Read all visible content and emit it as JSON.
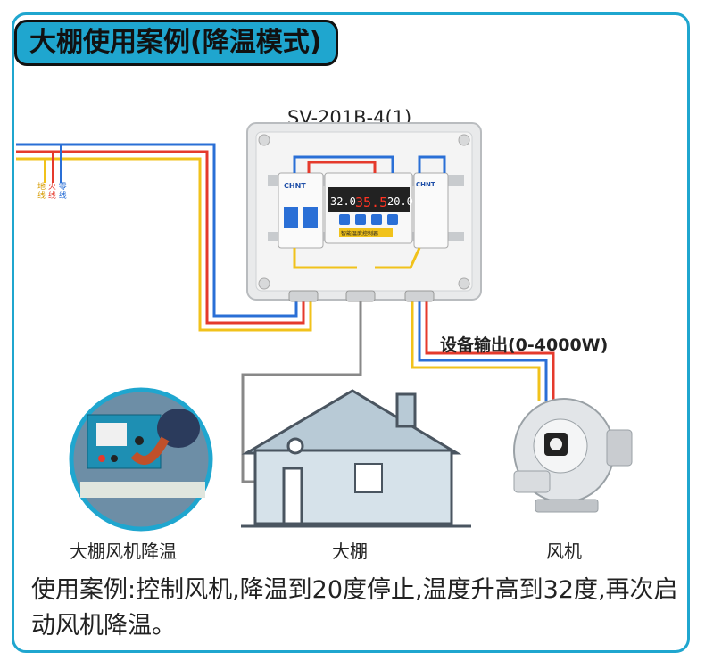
{
  "title": "大棚使用案例(降温模式)",
  "model_label": "SV-201B-4(1)",
  "output_label": "设备输出(0-4000W)",
  "wire_labels": [
    "地线",
    "火线",
    "零线"
  ],
  "display": {
    "left": "32.0",
    "center": "35.5",
    "right": "20.0"
  },
  "brand": "CHNT",
  "controller_name": "智能温度控制器",
  "captions": {
    "greenhouse_fan": "大棚风机降温",
    "greenhouse": "大棚",
    "fan": "风机"
  },
  "description": "使用案例:控制风机,降温到20度停止,温度升高到32度,再次启动风机降温。",
  "colors": {
    "accent": "#1fa6cf",
    "wire_red": "#e53a2c",
    "wire_blue": "#2a6fd6",
    "wire_yellow": "#f1c21b",
    "wire_gray": "#888888"
  }
}
